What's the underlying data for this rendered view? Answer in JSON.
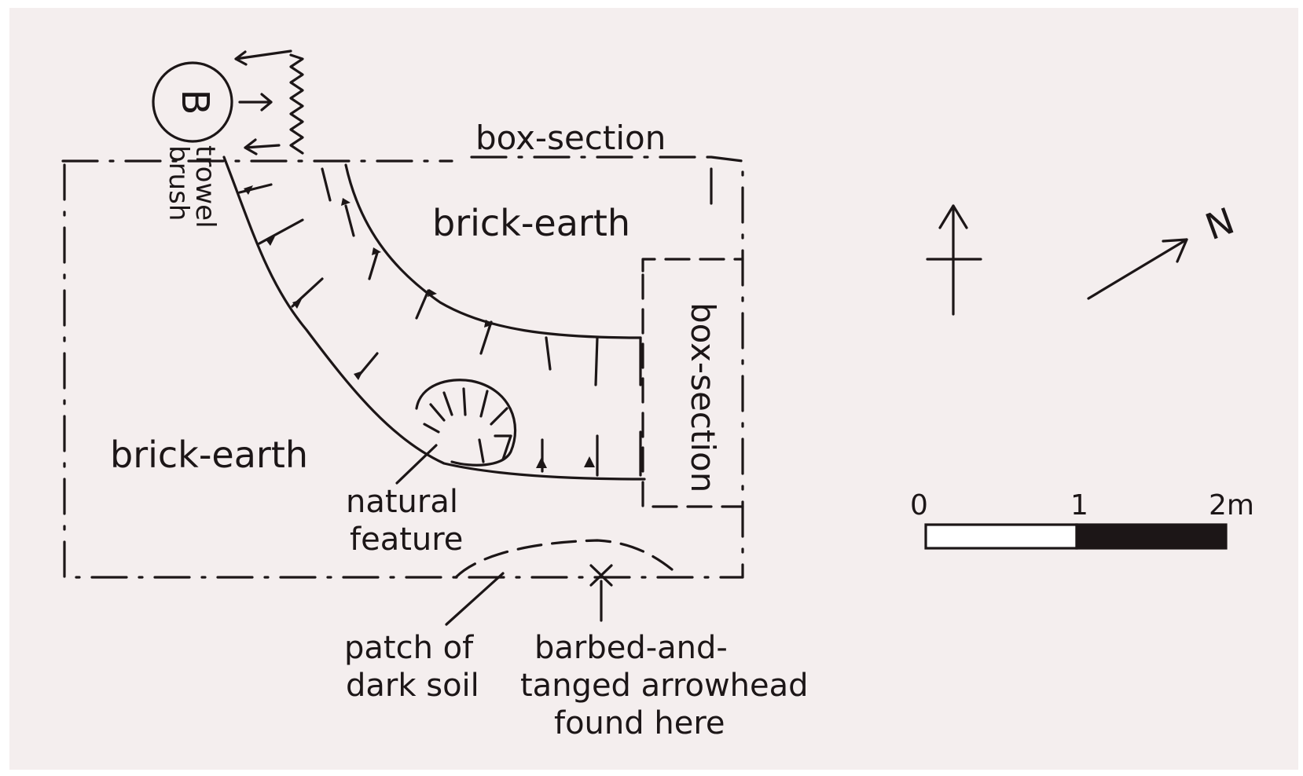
{
  "labels": {
    "box_section_top": "box-section",
    "box_section_right": "box-section",
    "brick_earth_upper": "brick-earth",
    "brick_earth_lower": "brick-earth",
    "natural_feature_1": "natural",
    "natural_feature_2": "feature",
    "patch_1": "patch of",
    "patch_2": "dark soil",
    "arrowhead_1": "barbed-and-",
    "arrowhead_2": "tanged arrowhead",
    "arrowhead_3": "found here",
    "site_marker": "B",
    "trowel": "trowel",
    "brush": "brush",
    "north": "N"
  },
  "scale_bar": {
    "tick_labels": [
      "0",
      "1",
      "2m"
    ],
    "segment_colors": [
      "#ffffff",
      "#1c1617"
    ]
  },
  "colors": {
    "paper": "#f4eeee",
    "ink": "#1c1617"
  }
}
